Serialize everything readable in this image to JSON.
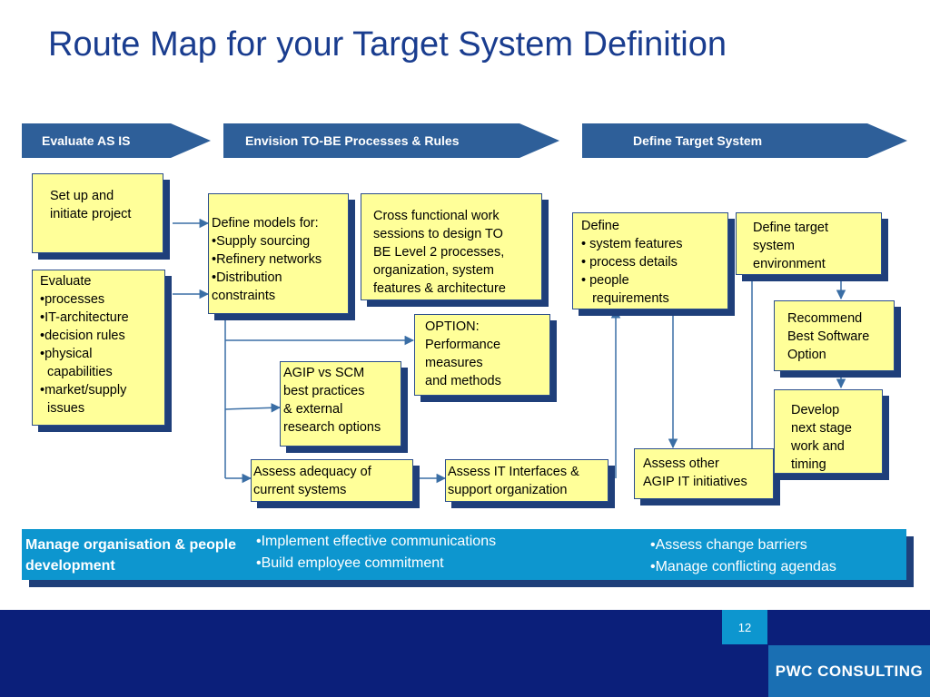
{
  "title": "Route Map for your Target System Definition",
  "phases": [
    {
      "label": "Evaluate AS IS"
    },
    {
      "label": "Envision TO-BE Processes & Rules"
    },
    {
      "label": "Define Target System"
    }
  ],
  "boxes": {
    "setup": [
      "Set up and",
      "initiate project"
    ],
    "evaluate": {
      "heading": "Evaluate",
      "items": [
        "•processes",
        "•IT-architecture",
        "•decision rules",
        "•physical",
        "  capabilities",
        "•market/supply",
        "  issues"
      ]
    },
    "define_models": {
      "heading": "Define models for:",
      "items": [
        "•Supply sourcing",
        "•Refinery  networks",
        "•Distribution",
        "constraints"
      ]
    },
    "cross_functional": [
      "Cross functional work",
      "sessions to design TO",
      "BE Level 2 processes,",
      "organization, system",
      "features & architecture"
    ],
    "option": [
      "OPTION:",
      "Performance",
      "measures",
      "and methods"
    ],
    "agip": [
      "AGIP vs SCM",
      "best practices",
      "&  external",
      "research options"
    ],
    "assess_adequacy": [
      "Assess adequacy of",
      "current systems"
    ],
    "assess_it": [
      "Assess IT Interfaces &",
      "support organization"
    ],
    "define_features": {
      "heading": "Define",
      "items": [
        "• system features",
        "• process details",
        "• people",
        "   requirements"
      ]
    },
    "assess_other": [
      "Assess other",
      "AGIP IT initiatives"
    ],
    "define_target": [
      "Define target",
      "system",
      "environment"
    ],
    "recommend": [
      "Recommend",
      "Best Software",
      "Option"
    ],
    "develop": [
      "Develop",
      "next stage",
      "work and",
      "timing"
    ]
  },
  "manage": {
    "label": "Manage organisation & people development",
    "col1": [
      "•Implement effective communications",
      "•Build employee commitment"
    ],
    "col2": [
      "•Assess change barriers",
      "•Manage conflicting agendas"
    ]
  },
  "footer": {
    "page_number": "12",
    "logo": "PWC CONSULTING"
  },
  "colors": {
    "title": "#1a3d8f",
    "phase_banner": "#2e5f99",
    "box_fill": "#ffff99",
    "box_shadow": "#1f3f7a",
    "manage_bar": "#0d96cf",
    "footer": "#0b1f7a"
  }
}
